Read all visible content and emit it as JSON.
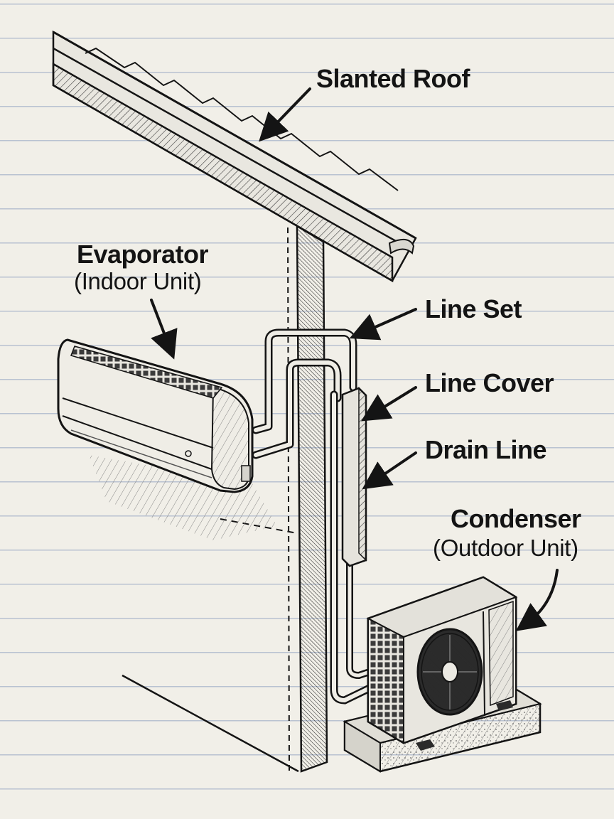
{
  "labels": {
    "roof": "Slanted Roof",
    "evaporator_title": "Evaporator",
    "evaporator_sub": "(Indoor Unit)",
    "line_set": "Line Set",
    "line_cover": "Line Cover",
    "drain_line": "Drain Line",
    "condenser_title": "Condenser",
    "condenser_sub": "(Outdoor Unit)"
  },
  "colors": {
    "ink": "#141414",
    "paper": "#f1efe8",
    "rule_line": "#b9c2d1"
  }
}
